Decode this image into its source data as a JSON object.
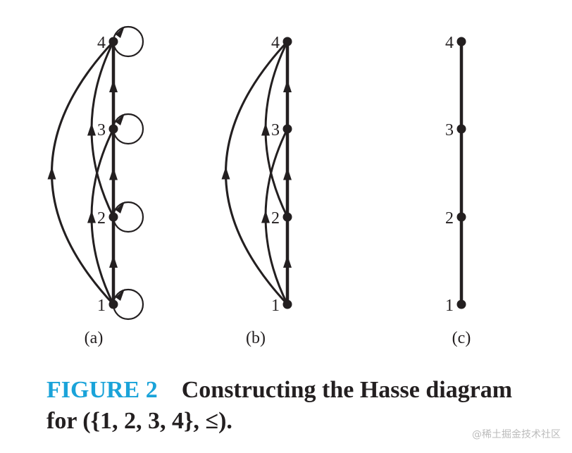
{
  "figure": {
    "number": "FIGURE 2",
    "caption_line1": "Constructing the Hasse diagram",
    "caption_line2": "for ({1, 2, 3, 4}, ≤)."
  },
  "panels": [
    {
      "label": "(a)",
      "nodes": [
        "1",
        "2",
        "3",
        "4"
      ],
      "loops": true,
      "arrows": true,
      "transitive": true
    },
    {
      "label": "(b)",
      "nodes": [
        "1",
        "2",
        "3",
        "4"
      ],
      "loops": false,
      "arrows": true,
      "transitive": true
    },
    {
      "label": "(c)",
      "nodes": [
        "1",
        "2",
        "3",
        "4"
      ],
      "loops": false,
      "arrows": false,
      "transitive": false
    }
  ],
  "watermark": "@稀土掘金技术社区",
  "colors": {
    "ink": "#231f20",
    "accent": "#1aa3d9"
  }
}
